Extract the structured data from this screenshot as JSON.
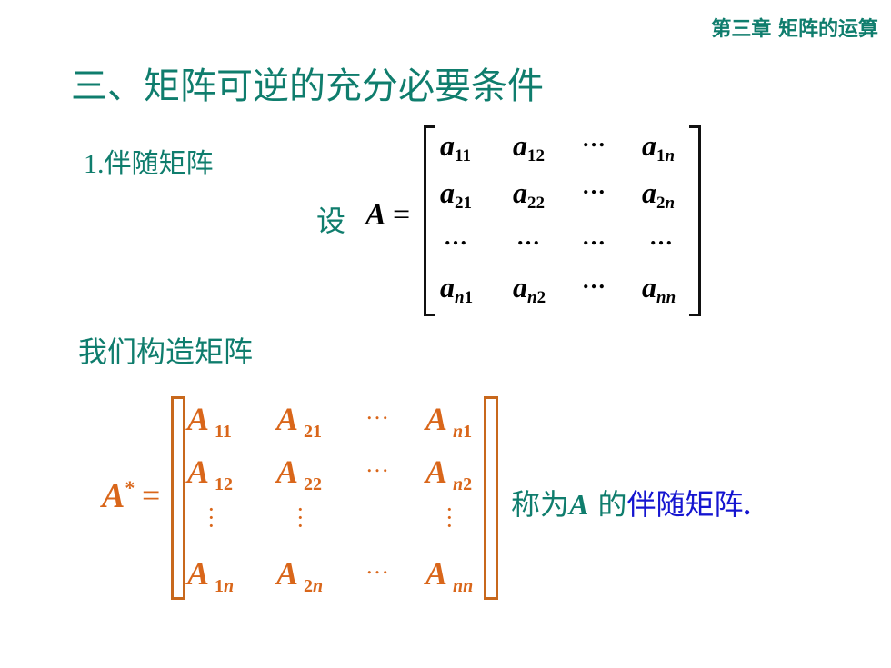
{
  "header": {
    "chapter": "第三章 矩阵的运算"
  },
  "section": {
    "title": "三、矩阵可逆的充分必要条件"
  },
  "subsection": {
    "number": "1.",
    "label": "伴随矩阵"
  },
  "definition": {
    "let_word": "设",
    "symbol": "A",
    "equals": "="
  },
  "matrix_a": {
    "cells": [
      [
        "11",
        "12",
        "…",
        "1n"
      ],
      [
        "21",
        "22",
        "…",
        "2n"
      ],
      [
        "…",
        "…",
        "…",
        "…"
      ],
      [
        "n1",
        "n2",
        "…",
        "nn"
      ]
    ]
  },
  "construct_text": "我们构造矩阵",
  "adjugate": {
    "symbol": "A",
    "superscript": "*",
    "equals": "=",
    "rows": [
      [
        "11",
        "21",
        "…",
        "n1"
      ],
      [
        "12",
        "22",
        "…",
        "n2"
      ],
      [
        "vdots",
        "vdots",
        "",
        "vdots"
      ],
      [
        "1n",
        "2n",
        "…",
        "nn"
      ]
    ],
    "called": "称为",
    "called_symbol": "A",
    "called_de": "的",
    "called_term": "伴随矩阵",
    "period": "."
  },
  "colors": {
    "teal": "#0f7d6d",
    "orange": "#d9661a",
    "blue": "#1515d0"
  }
}
